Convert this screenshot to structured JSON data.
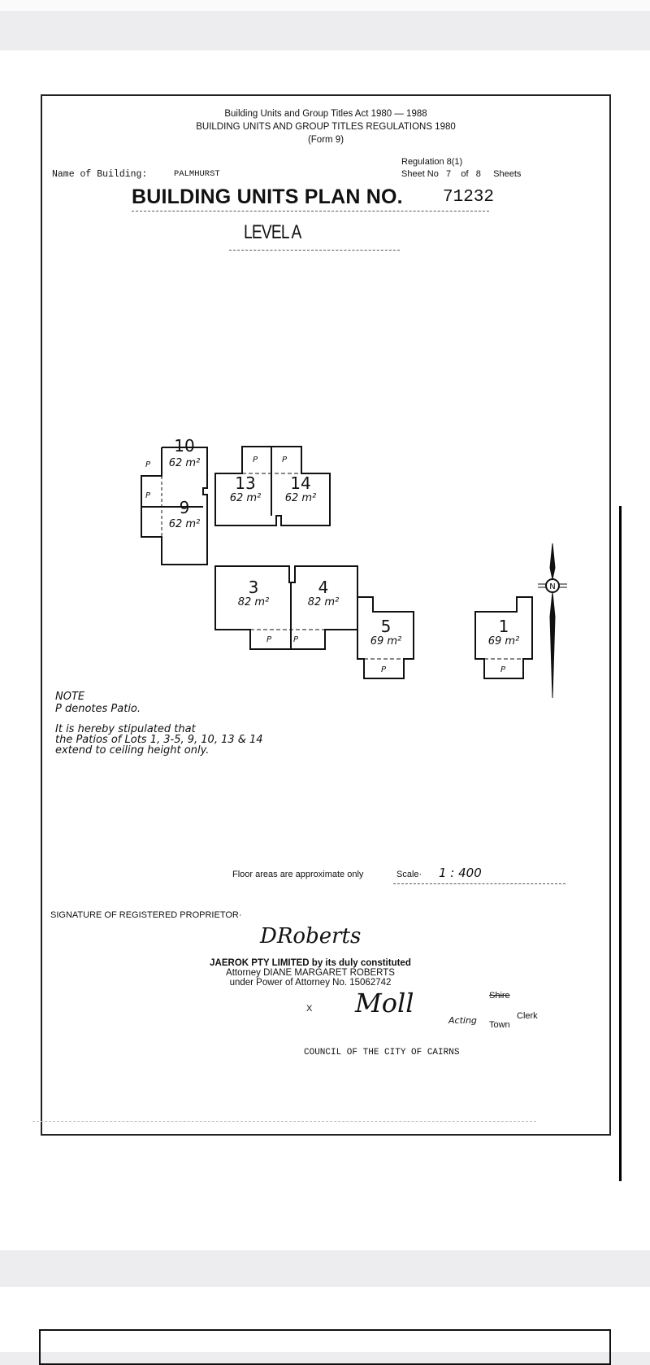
{
  "header": {
    "act": "Building Units and Group Titles Act 1980 — 1988",
    "regulations": "BUILDING UNITS AND GROUP TITLES REGULATIONS 1980",
    "form": "(Form 9)",
    "regulation": "Regulation 8(1)",
    "sheet_label": "Sheet No",
    "sheet_no": "7",
    "of_label": "of",
    "sheet_total": "8",
    "sheets_label": "Sheets",
    "building_name_label": "Name of Building:",
    "building_name": "PALMHURST",
    "plan_title": "BUILDING UNITS PLAN NO.",
    "plan_no": "71232",
    "level": "LEVEL A"
  },
  "plan": {
    "patio_label": "P",
    "compass": "N",
    "lots": [
      {
        "lot": "10",
        "area": "62 m²"
      },
      {
        "lot": "9",
        "area": "62 m²"
      },
      {
        "lot": "13",
        "area": "62 m²"
      },
      {
        "lot": "14",
        "area": "62 m²"
      },
      {
        "lot": "3",
        "area": "82 m²"
      },
      {
        "lot": "4",
        "area": "82 m²"
      },
      {
        "lot": "5",
        "area": "69 m²"
      },
      {
        "lot": "1",
        "area": "69 m²"
      }
    ]
  },
  "notes": {
    "heading": "NOTE",
    "patio_note": "P denotes Patio.",
    "line1": "It is hereby stipulated that",
    "line2": "the Patios of Lots 1, 3-5, 9, 10, 13 & 14",
    "line3": "extend to ceiling height only."
  },
  "footer": {
    "floor_areas": "Floor areas are approximate only",
    "scale_label": "Scale·",
    "scale": "1 : 400",
    "signature_label": "SIGNATURE OF REGISTERED PROPRIETOR·",
    "proprietor_signature": "DRoberts",
    "proprietor_line1": "JAEROK PTY LIMITED by its duly constituted",
    "proprietor_line2": "Attorney DIANE MARGARET ROBERTS",
    "proprietor_line3": "under Power of Attorney No. 15062742",
    "x_mark": "X",
    "clerk_signature": "Moll",
    "acting": "Acting",
    "shire_struck": "Shire",
    "town": "Town",
    "clerk": "Clerk",
    "council": "COUNCIL OF THE CITY OF CAIRNS"
  }
}
